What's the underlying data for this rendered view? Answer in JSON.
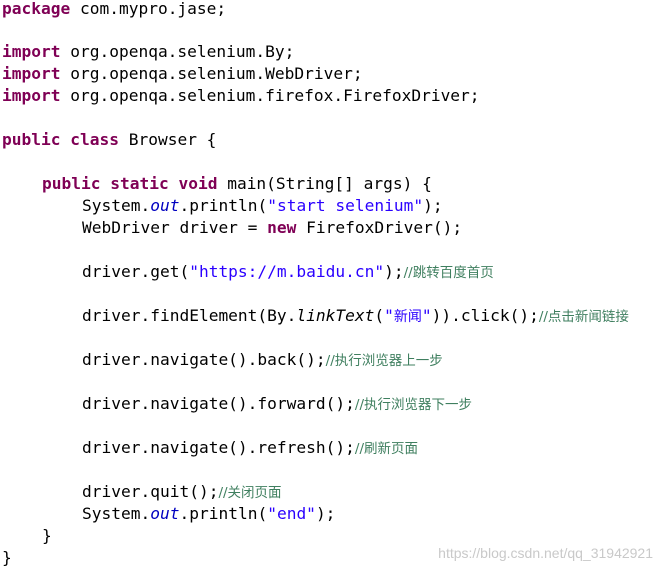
{
  "code": {
    "pkg_kw": "package",
    "pkg_name": " com.mypro.jase;",
    "import_kw": "import",
    "imp1": " org.openqa.selenium.By;",
    "imp2": " org.openqa.selenium.WebDriver;",
    "imp3": " org.openqa.selenium.firefox.FirefoxDriver;",
    "public_kw": "public",
    "class_kw": "class",
    "class_rest": " Browser {",
    "static_kw": "static",
    "void_kw": "void",
    "main_sig": " main(String[] args) {",
    "sys_prefix": "System.",
    "out_field": "out",
    "println_open": ".println(",
    "str_start": "\"start selenium\"",
    "close_paren_semi": ");",
    "driver_decl": "WebDriver driver = ",
    "new_kw": "new",
    "firefox_ctor": " FirefoxDriver();",
    "get_prefix": "driver.get(",
    "url_str": "\"https://m.baidu.cn\"",
    "get_suffix": ");",
    "get_comment": "//跳转百度首页",
    "find_prefix": "driver.findElement(By.",
    "linktext": "linkText",
    "paren_open": "(",
    "quote_open": "\"",
    "news_text": "新闻",
    "quote_close": "\"",
    "find_suffix": ")).click();",
    "find_comment": "//点击新闻链接",
    "back_code": "driver.navigate().back();",
    "back_comment": "//执行浏览器上一步",
    "forward_code": "driver.navigate().forward();",
    "forward_comment": "//执行浏览器下一步",
    "refresh_code": "driver.navigate().refresh();",
    "refresh_comment": "//刷新页面",
    "quit_code": "driver.quit();",
    "quit_comment": "//关闭页面",
    "str_end": "\"end\"",
    "close_brace": "}"
  },
  "watermark": "https://blog.csdn.net/qq_31942921"
}
